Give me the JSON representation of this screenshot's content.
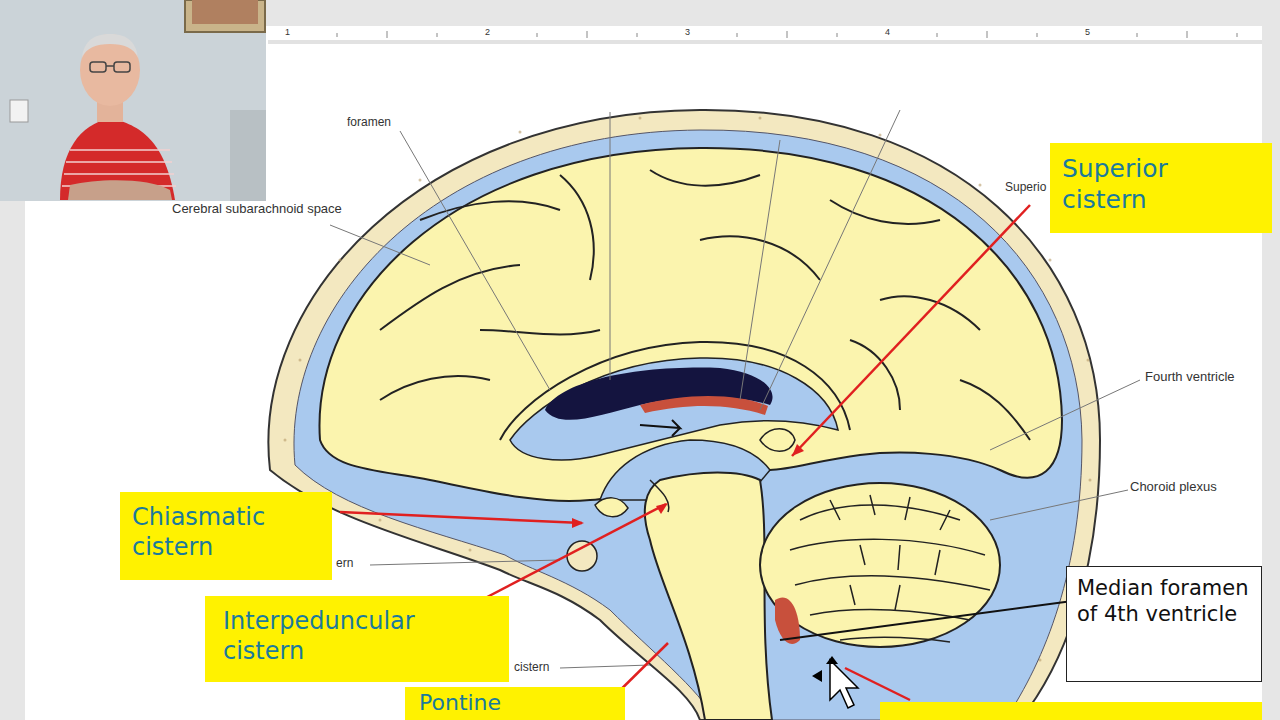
{
  "diagram": {
    "nodes": [
      {
        "text": [
          "Superior cistern"
        ]
      },
      {
        "text": [
          "Chiasmatic cistern"
        ]
      },
      {
        "text": [
          "Interpeduncular cistern"
        ]
      },
      {
        "text": [
          "Median foramen of 4th ventricle"
        ]
      },
      {
        "text": [
          "Pontine"
        ]
      }
    ],
    "labels": [
      "1",
      "2",
      "3",
      "4",
      "5",
      "foramen",
      "Cerebral subarachnoid space",
      "Superio",
      "Fourth ventricle",
      "Choroid plexus",
      "ern",
      "cistern"
    ]
  }
}
